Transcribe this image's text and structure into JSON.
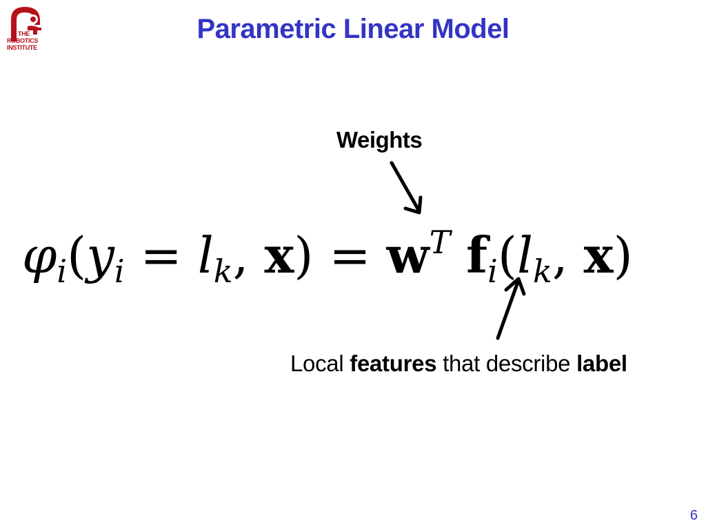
{
  "logo": {
    "line1": "THE",
    "line2": "ROBOTICS",
    "line3": "INSTITUTE",
    "color": "#b5121b"
  },
  "slide": {
    "title": "Parametric Linear Model",
    "title_color": "#3434c4",
    "weights_label": "Weights",
    "equation_text": "φi(yi = lk, x) = wT fi(lk, x)",
    "caption": {
      "part1": "Local ",
      "part2": "features",
      "part3": " that describe ",
      "part4": "label"
    },
    "page_number": "6"
  }
}
